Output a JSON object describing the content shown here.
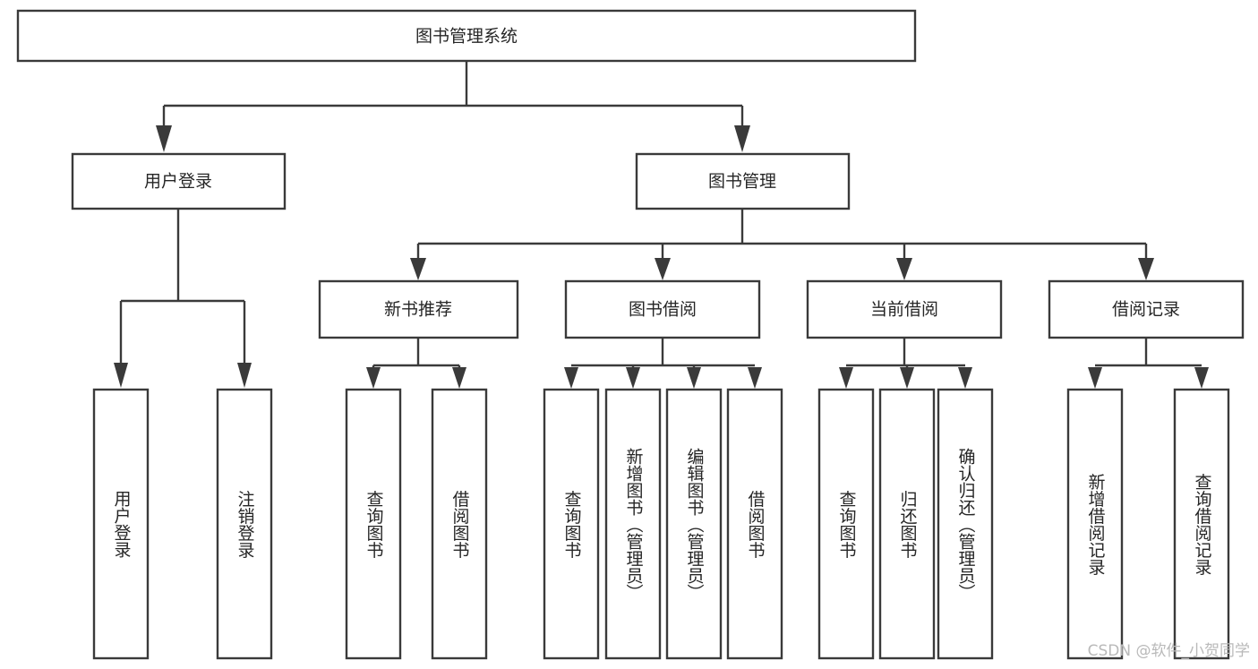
{
  "diagram": {
    "title": "图书管理系统",
    "orientation": "top-down-tree",
    "watermark": "CSDN @软件_小贺同学",
    "colors": {
      "background": "#ffffff",
      "box_stroke": "#3a3a3a",
      "box_fill": "#ffffff",
      "text": "#262626",
      "watermark": "#b9b9b9"
    },
    "root": {
      "label": "图书管理系统"
    },
    "level1": [
      {
        "label": "用户登录"
      },
      {
        "label": "图书管理"
      }
    ],
    "level2": [
      {
        "label": "新书推荐"
      },
      {
        "label": "图书借阅"
      },
      {
        "label": "当前借阅"
      },
      {
        "label": "借阅记录"
      }
    ],
    "leaves": {
      "user_login": [
        {
          "label": "用户登录"
        },
        {
          "label": "注销登录"
        }
      ],
      "new_book_recommend": [
        {
          "label": "查询图书"
        },
        {
          "label": "借阅图书"
        }
      ],
      "book_borrow": [
        {
          "label": "查询图书"
        },
        {
          "label": "新增图书（管理员）"
        },
        {
          "label": "编辑图书（管理员）"
        },
        {
          "label": "借阅图书"
        }
      ],
      "current_borrow": [
        {
          "label": "查询图书"
        },
        {
          "label": "归还图书"
        },
        {
          "label": "确认归还（管理员）"
        }
      ],
      "borrow_record": [
        {
          "label": "新增借阅记录"
        },
        {
          "label": "查询借阅记录"
        }
      ]
    }
  }
}
